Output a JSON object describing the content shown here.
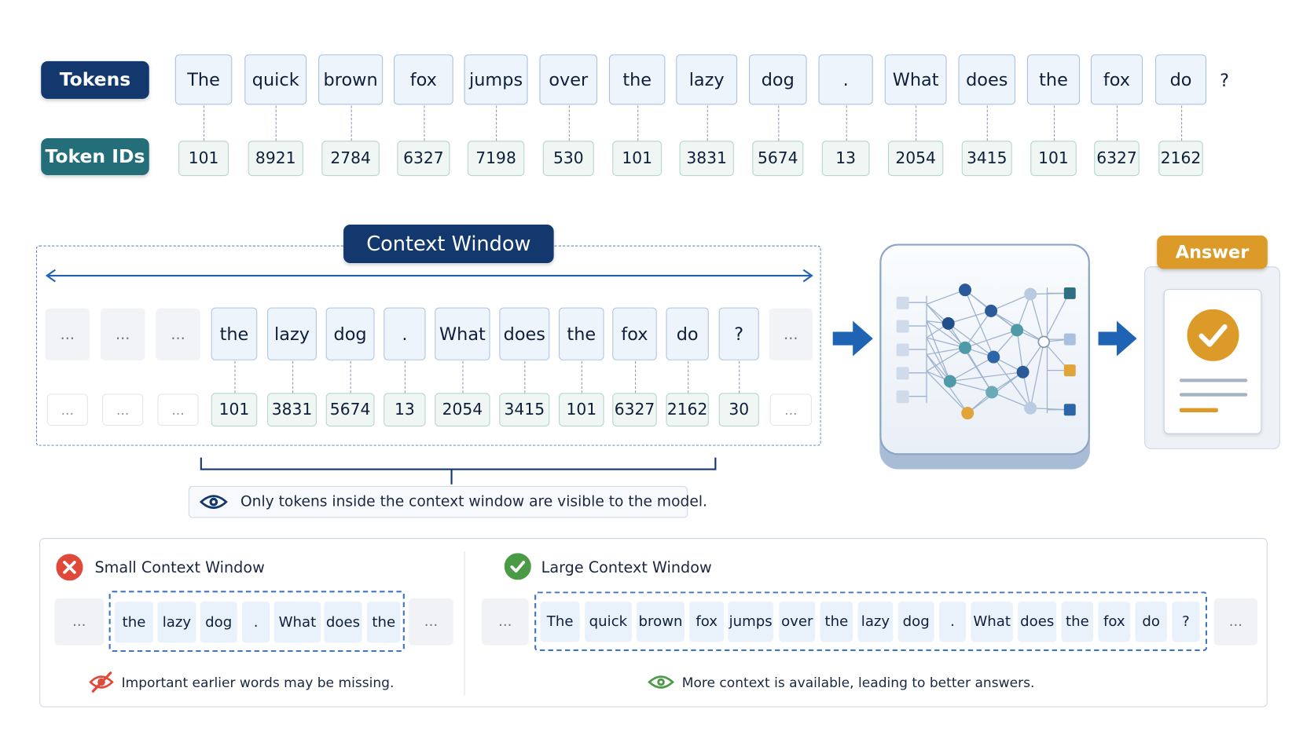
{
  "labels": {
    "tokens": "Tokens",
    "token_ids": "Token IDs"
  },
  "top_tokens": [
    {
      "t": "The",
      "id": "101"
    },
    {
      "t": "quick",
      "id": "8921"
    },
    {
      "t": "brown",
      "id": "2784"
    },
    {
      "t": "fox",
      "id": "6327"
    },
    {
      "t": "jumps",
      "id": "7198"
    },
    {
      "t": "over",
      "id": "530"
    },
    {
      "t": "the",
      "id": "101"
    },
    {
      "t": "lazy",
      "id": "3831"
    },
    {
      "t": "dog",
      "id": "5674"
    },
    {
      "t": ".",
      "id": "13"
    },
    {
      "t": "What",
      "id": "2054"
    },
    {
      "t": "does",
      "id": "3415"
    },
    {
      "t": "the",
      "id": "101"
    },
    {
      "t": "fox",
      "id": "6327"
    },
    {
      "t": "do",
      "id": "2162"
    }
  ],
  "trailing_token": "?",
  "context_window": {
    "title": "Context Window",
    "ellipsis": "...",
    "tokens": [
      {
        "t": "the",
        "id": "101"
      },
      {
        "t": "lazy",
        "id": "3831"
      },
      {
        "t": "dog",
        "id": "5674"
      },
      {
        "t": ".",
        "id": "13"
      },
      {
        "t": "What",
        "id": "2054"
      },
      {
        "t": "does",
        "id": "3415"
      },
      {
        "t": "the",
        "id": "101"
      },
      {
        "t": "fox",
        "id": "6327"
      },
      {
        "t": "do",
        "id": "2162"
      },
      {
        "t": "?",
        "id": "30"
      }
    ],
    "note": "Only tokens inside the context window are visible to the model."
  },
  "answer": {
    "title": "Answer"
  },
  "comparison": {
    "small": {
      "title": "Small Context Window",
      "tokens": [
        "the",
        "lazy",
        "dog",
        ".",
        "What",
        "does",
        "the"
      ],
      "note": "Important earlier words may be missing."
    },
    "large": {
      "title": "Large Context Window",
      "tokens": [
        "The",
        "quick",
        "brown",
        "fox",
        "jumps",
        "over",
        "the",
        "lazy",
        "dog",
        ".",
        "What",
        "does",
        "the",
        "fox",
        "do",
        "?"
      ],
      "note": "More context is available, leading to better answers."
    },
    "ellipsis": "..."
  },
  "colors": {
    "navy": "#12386e",
    "teal": "#236e78",
    "blue_arrow": "#1f64b4",
    "answer_gold": "#dc9b28",
    "error_red": "#e0483a",
    "success_green": "#4a9a46"
  },
  "icons": [
    "eye-icon",
    "arrow-right-icon",
    "neural-network-icon",
    "check-circle-icon",
    "x-circle-icon",
    "eye-slash-icon"
  ]
}
